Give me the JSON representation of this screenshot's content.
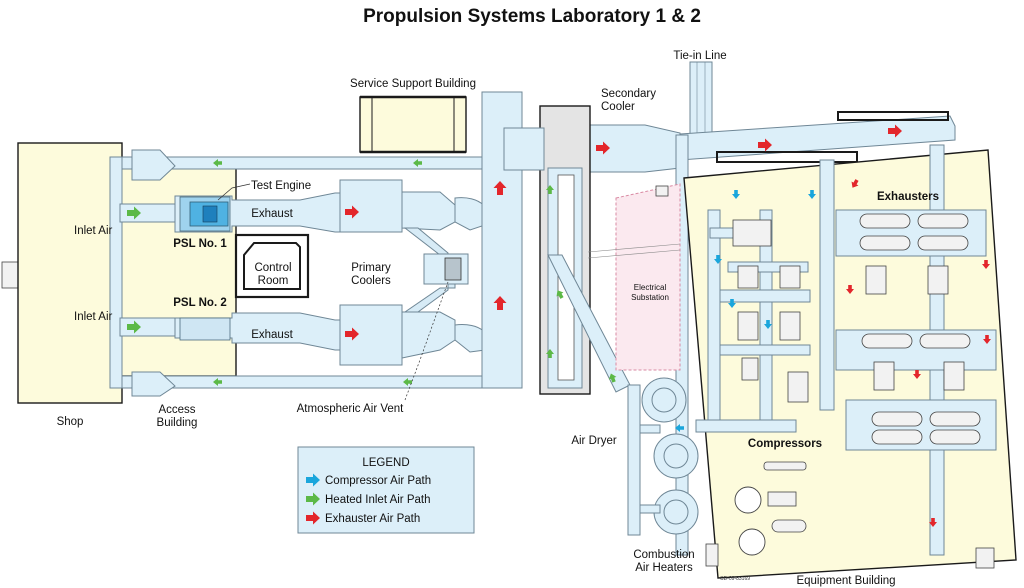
{
  "title": "Propulsion Systems Laboratory 1 & 2",
  "labels": {
    "tie_in_line": "Tie-in Line",
    "service_support_building": "Service Support Building",
    "secondary_cooler": "Secondary Cooler",
    "secondary_cooler_l1": "Secondary",
    "secondary_cooler_l2": "Cooler",
    "test_engine": "Test Engine",
    "exhaust_1": "Exhaust",
    "exhaust_2": "Exhaust",
    "inlet_air_1": "Inlet Air",
    "inlet_air_2": "Inlet Air",
    "psl_no_1": "PSL No. 1",
    "psl_no_2": "PSL No. 2",
    "control_room_l1": "Control",
    "control_room_l2": "Room",
    "primary_coolers_l1": "Primary",
    "primary_coolers_l2": "Coolers",
    "electrical_substation_l1": "Electrical",
    "electrical_substation_l2": "Substation",
    "exhausters": "Exhausters",
    "compressors": "Compressors",
    "shop": "Shop",
    "access_building_l1": "Access",
    "access_building_l2": "Building",
    "atmospheric_air_vent": "Atmospheric Air Vent",
    "air_dryer": "Air Dryer",
    "combustion_air_heaters_l1": "Combustion",
    "combustion_air_heaters_l2": "Air Heaters",
    "equipment_building": "Equipment Building",
    "drawing_number": "CD-09-83169"
  },
  "legend": {
    "title": "LEGEND",
    "items": [
      {
        "label": "Compressor Air Path",
        "color": "#1aa6dc"
      },
      {
        "label": "Heated Inlet Air Path",
        "color": "#5cb947"
      },
      {
        "label": "Exhauster Air Path",
        "color": "#e3262b"
      }
    ]
  },
  "colors": {
    "pipe_fill": "#dceff9",
    "building_fill": "#fdfbdc",
    "compressor_arrow": "#1aa6dc",
    "inlet_arrow": "#5cb947",
    "exhaust_arrow": "#e3262b"
  }
}
